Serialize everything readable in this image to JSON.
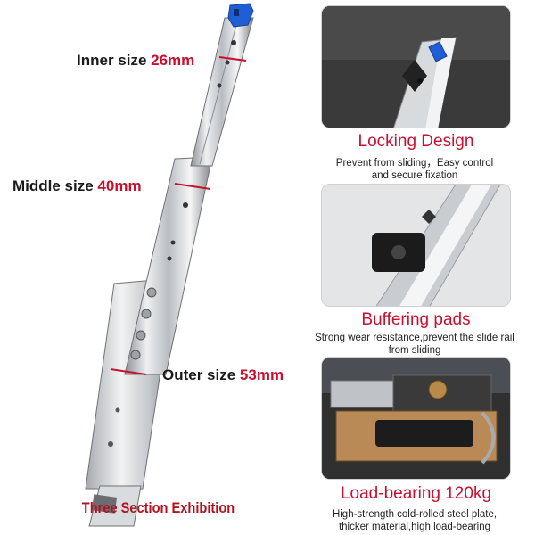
{
  "labels": {
    "inner": {
      "text": "Inner size ",
      "value": "26mm"
    },
    "middle": {
      "text": "Middle size ",
      "value": "40mm"
    },
    "outer": {
      "text": "Outer size ",
      "value": "53mm"
    }
  },
  "caption": "Three Section Exhibition",
  "features": [
    {
      "title": "Locking Design",
      "lines": [
        "Prevent from sliding，Easy control",
        "and secure fixation"
      ]
    },
    {
      "title": "Buffering pads",
      "lines": [
        "Strong wear resistance,prevent the slide rail",
        "from sliding"
      ]
    },
    {
      "title": "Load-bearing 120kg",
      "lines": [
        "High-strength cold-rolled steel plate,",
        "thicker material,high load-bearing"
      ]
    }
  ],
  "colors": {
    "accent": "#c8102e",
    "lock_blue": "#1f5fd6"
  },
  "icons": [
    "lock-lever-icon",
    "buffer-pad-icon"
  ]
}
